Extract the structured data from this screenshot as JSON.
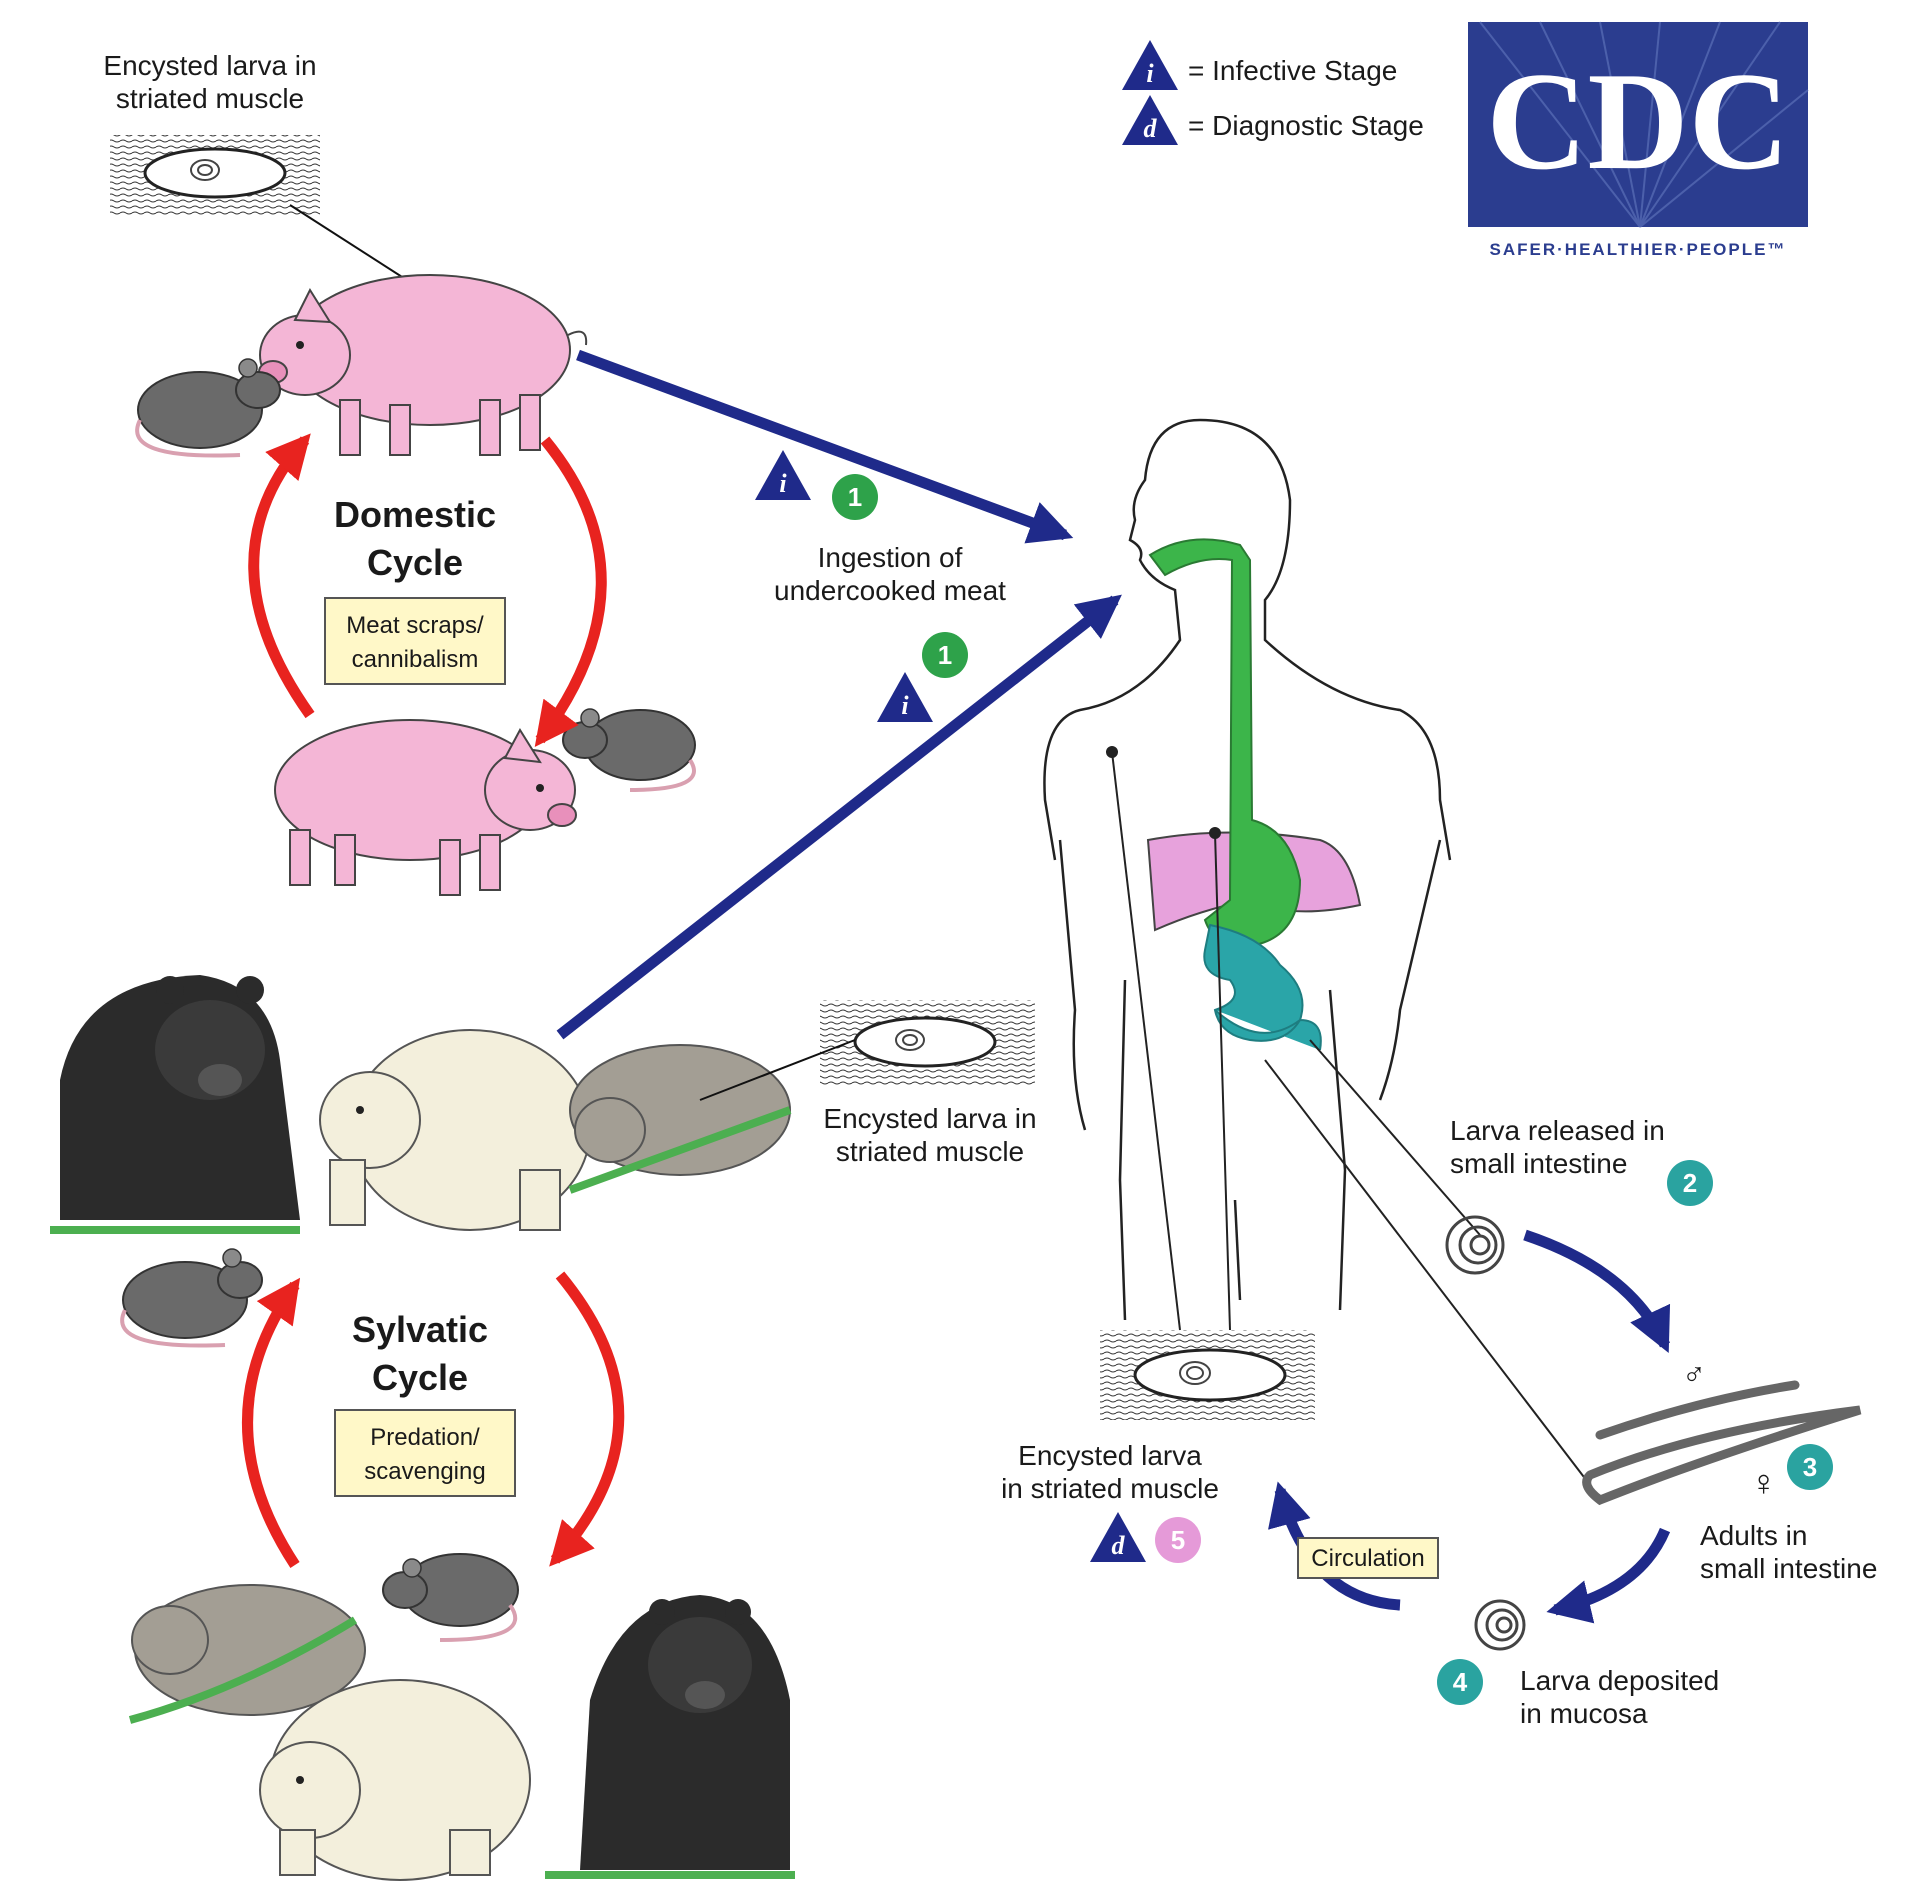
{
  "legend": {
    "infective": "= Infective Stage",
    "diagnostic": "= Diagnostic Stage",
    "i_letter": "i",
    "d_letter": "d"
  },
  "logo": {
    "text": "CDC",
    "tagline": "SAFER·HEALTHIER·PEOPLE™",
    "color": "#2b3d8f"
  },
  "labels": {
    "encysted_top": [
      "Encysted larva in",
      "striated muscle"
    ],
    "domestic_cycle": [
      "Domestic",
      "Cycle"
    ],
    "domestic_box": [
      "Meat scraps/",
      "cannibalism"
    ],
    "sylvatic_cycle": [
      "Sylvatic",
      "Cycle"
    ],
    "sylvatic_box": [
      "Predation/",
      "scavenging"
    ],
    "encysted_mid": [
      "Encysted larva in",
      "striated muscle"
    ],
    "ingestion": [
      "Ingestion of",
      "undercooked meat"
    ],
    "larva_released": [
      "Larva released in",
      "small intestine"
    ],
    "adults": [
      "Adults in",
      "small intestine"
    ],
    "larva_deposited": [
      "Larva deposited",
      "in mucosa"
    ],
    "encysted_human": [
      "Encysted larva",
      "in striated muscle"
    ],
    "circulation": "Circulation",
    "male_symbol": "♂",
    "female_symbol": "♀"
  },
  "steps": {
    "s1": "1",
    "s2": "2",
    "s3": "3",
    "s4": "4",
    "s5": "5"
  },
  "colors": {
    "blue_arrow": "#1f2a8a",
    "red_arrow": "#e8231f",
    "step_green": "#2ea24a",
    "step_teal": "#2aa3a0",
    "step_pink": "#e59ad8",
    "label_box": "#fff8c8",
    "pig": "#f4b6d6",
    "esophagus": "#3cb54a",
    "intestine": "#2aa5a8",
    "liver": "#e7a2dc"
  }
}
